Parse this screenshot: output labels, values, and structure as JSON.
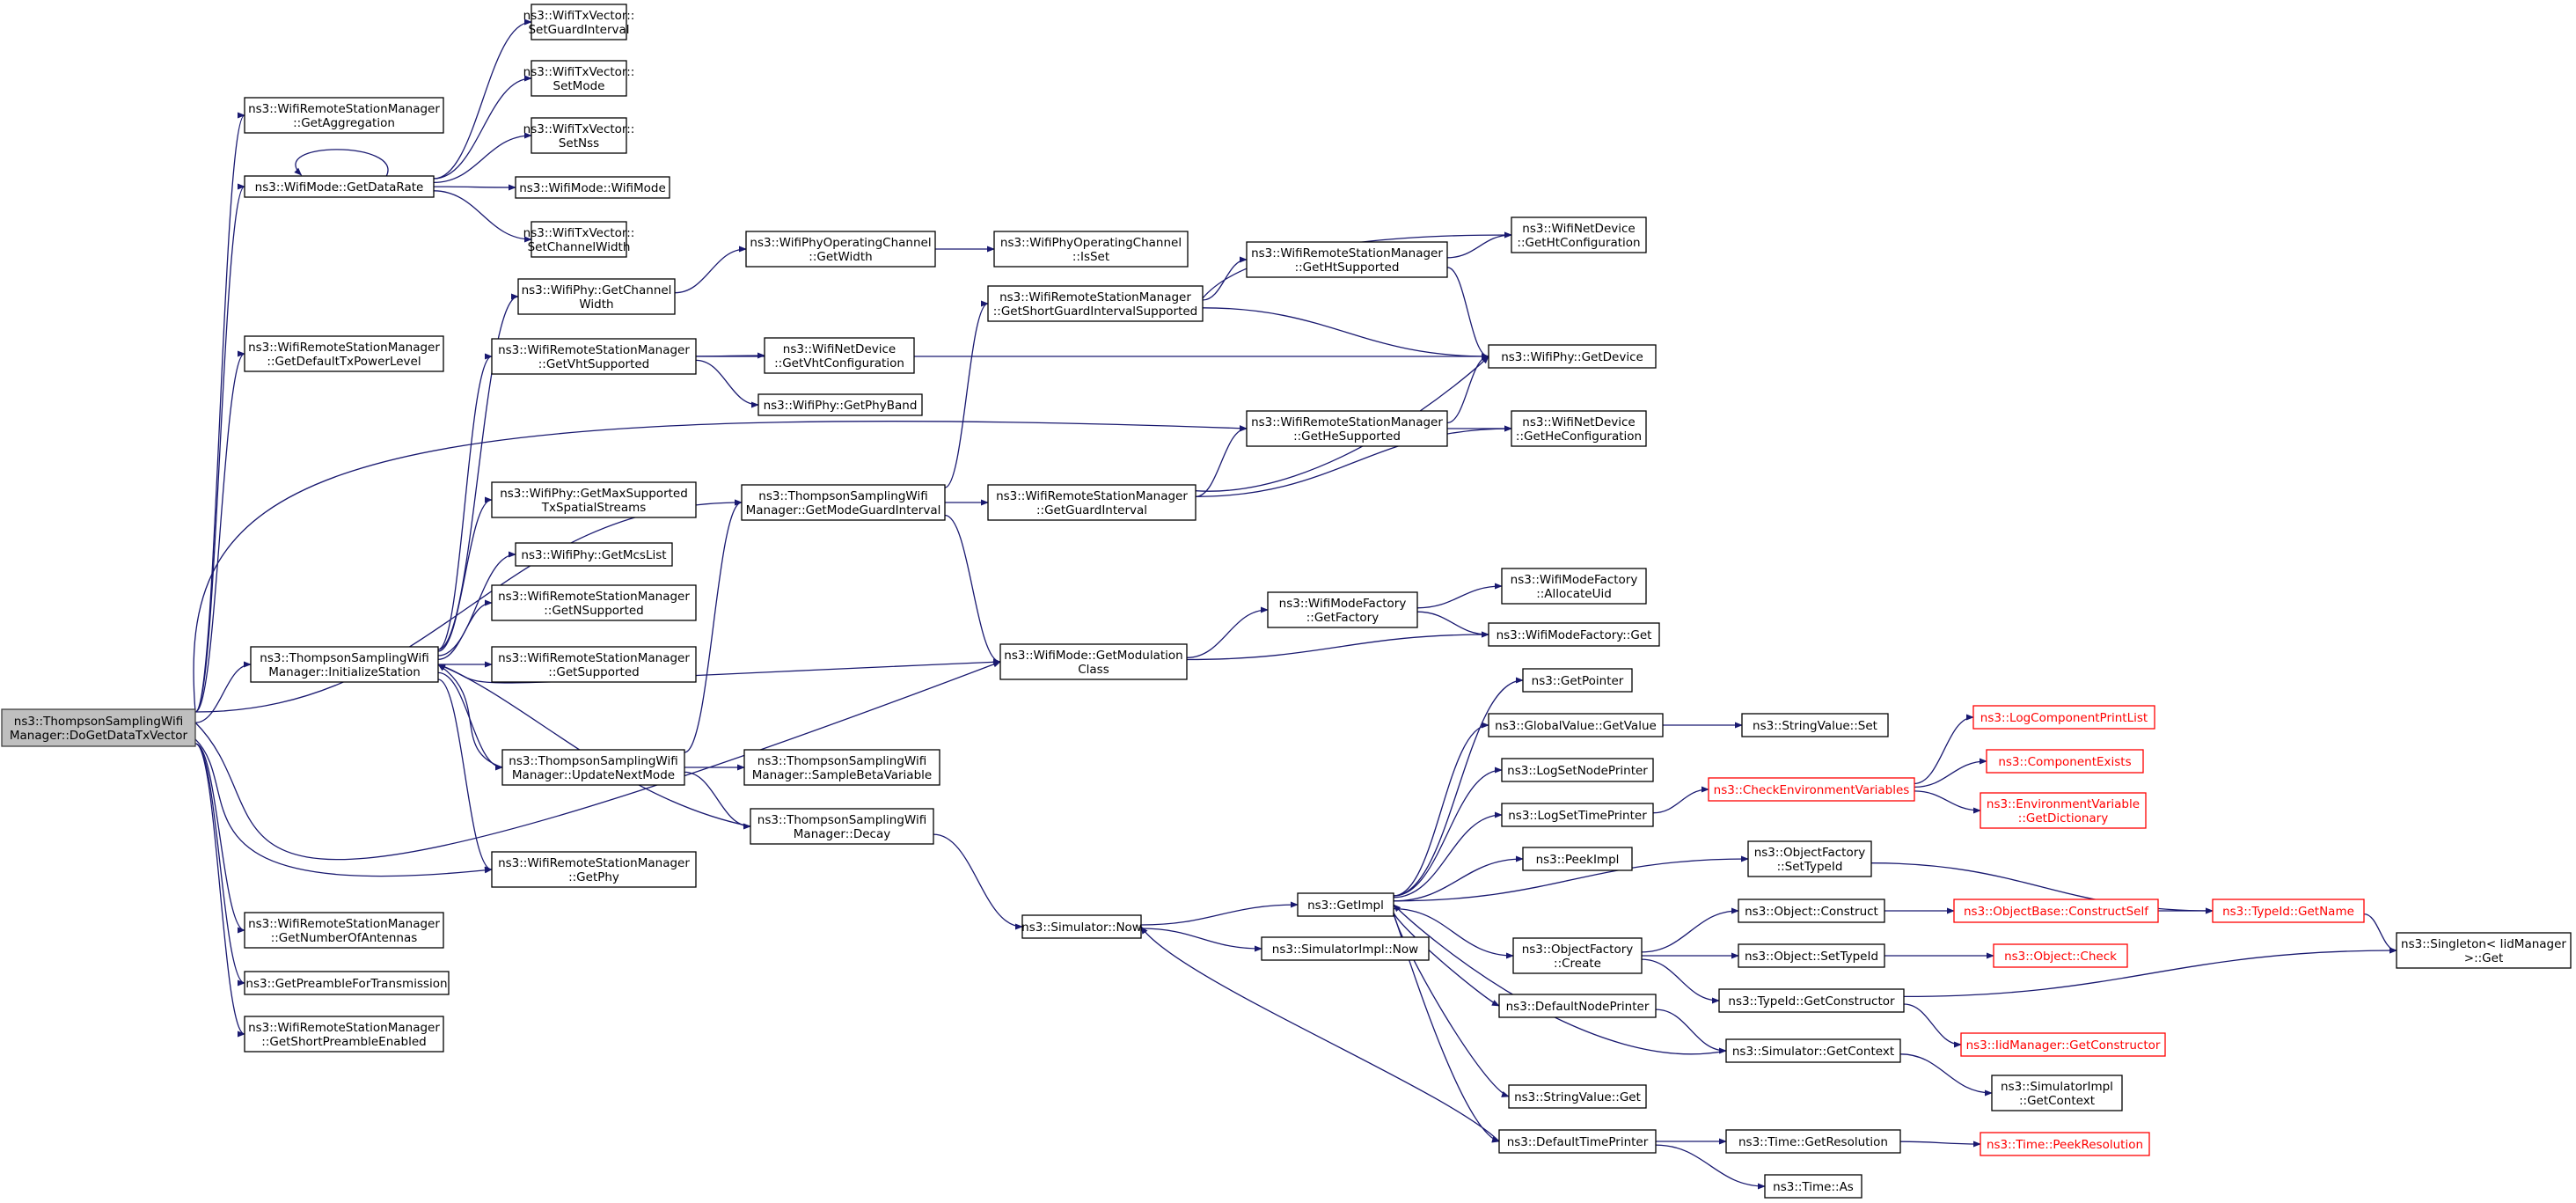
{
  "colors": {
    "edge": "#191970",
    "root_fill": "#bfbfbf",
    "node_border": "#000000",
    "incomplete_border": "#ff0000"
  },
  "nodes": [
    {
      "id": "root",
      "lines": [
        "ns3::ThompsonSamplingWifi",
        "Manager::DoGetDataTxVector"
      ],
      "style": "root"
    },
    {
      "id": "getAggregation",
      "lines": [
        "ns3::WifiRemoteStationManager",
        "::GetAggregation"
      ]
    },
    {
      "id": "getDataRate",
      "lines": [
        "ns3::WifiMode::GetDataRate"
      ]
    },
    {
      "id": "setGuardInterval",
      "lines": [
        "ns3::WifiTxVector::",
        "SetGuardInterval"
      ]
    },
    {
      "id": "setMode",
      "lines": [
        "ns3::WifiTxVector::",
        "SetMode"
      ]
    },
    {
      "id": "setNss",
      "lines": [
        "ns3::WifiTxVector::",
        "SetNss"
      ]
    },
    {
      "id": "wifiModeCtor",
      "lines": [
        "ns3::WifiMode::WifiMode"
      ]
    },
    {
      "id": "setChannelWidth",
      "lines": [
        "ns3::WifiTxVector::",
        "SetChannelWidth"
      ]
    },
    {
      "id": "getDefaultTxPowerLevel",
      "lines": [
        "ns3::WifiRemoteStationManager",
        "::GetDefaultTxPowerLevel"
      ]
    },
    {
      "id": "getChannelWidth",
      "lines": [
        "ns3::WifiPhy::GetChannel",
        "Width"
      ]
    },
    {
      "id": "opChanGetWidth",
      "lines": [
        "ns3::WifiPhyOperatingChannel",
        "::GetWidth"
      ]
    },
    {
      "id": "opChanIsSet",
      "lines": [
        "ns3::WifiPhyOperatingChannel",
        "::IsSet"
      ]
    },
    {
      "id": "getVhtSupported",
      "lines": [
        "ns3::WifiRemoteStationManager",
        "::GetVhtSupported"
      ]
    },
    {
      "id": "getVhtConfiguration",
      "lines": [
        "ns3::WifiNetDevice",
        "::GetVhtConfiguration"
      ]
    },
    {
      "id": "getPhyBand",
      "lines": [
        "ns3::WifiPhy::GetPhyBand"
      ]
    },
    {
      "id": "getShortGISupported",
      "lines": [
        "ns3::WifiRemoteStationManager",
        "::GetShortGuardIntervalSupported"
      ]
    },
    {
      "id": "getHtSupported",
      "lines": [
        "ns3::WifiRemoteStationManager",
        "::GetHtSupported"
      ]
    },
    {
      "id": "getHtConfiguration",
      "lines": [
        "ns3::WifiNetDevice",
        "::GetHtConfiguration"
      ]
    },
    {
      "id": "getDevice",
      "lines": [
        "ns3::WifiPhy::GetDevice"
      ]
    },
    {
      "id": "getHeSupported",
      "lines": [
        "ns3::WifiRemoteStationManager",
        "::GetHeSupported"
      ]
    },
    {
      "id": "getHeConfiguration",
      "lines": [
        "ns3::WifiNetDevice",
        "::GetHeConfiguration"
      ]
    },
    {
      "id": "getModeGuardInterval",
      "lines": [
        "ns3::ThompsonSamplingWifi",
        "Manager::GetModeGuardInterval"
      ]
    },
    {
      "id": "getGuardInterval",
      "lines": [
        "ns3::WifiRemoteStationManager",
        "::GetGuardInterval"
      ]
    },
    {
      "id": "getMaxSupportedTxSS",
      "lines": [
        "ns3::WifiPhy::GetMaxSupported",
        "TxSpatialStreams"
      ]
    },
    {
      "id": "getMcsList",
      "lines": [
        "ns3::WifiPhy::GetMcsList"
      ]
    },
    {
      "id": "getNSupported",
      "lines": [
        "ns3::WifiRemoteStationManager",
        "::GetNSupported"
      ]
    },
    {
      "id": "getSupported",
      "lines": [
        "ns3::WifiRemoteStationManager",
        "::GetSupported"
      ]
    },
    {
      "id": "initializeStation",
      "lines": [
        "ns3::ThompsonSamplingWifi",
        "Manager::InitializeStation"
      ]
    },
    {
      "id": "getModulationClass",
      "lines": [
        "ns3::WifiMode::GetModulation",
        "Class"
      ]
    },
    {
      "id": "getFactory",
      "lines": [
        "ns3::WifiModeFactory",
        "::GetFactory"
      ]
    },
    {
      "id": "allocateUid",
      "lines": [
        "ns3::WifiModeFactory",
        "::AllocateUid"
      ]
    },
    {
      "id": "modeFactoryGet",
      "lines": [
        "ns3::WifiModeFactory::Get"
      ]
    },
    {
      "id": "updateNextMode",
      "lines": [
        "ns3::ThompsonSamplingWifi",
        "Manager::UpdateNextMode"
      ]
    },
    {
      "id": "sampleBetaVariable",
      "lines": [
        "ns3::ThompsonSamplingWifi",
        "Manager::SampleBetaVariable"
      ]
    },
    {
      "id": "decay",
      "lines": [
        "ns3::ThompsonSamplingWifi",
        "Manager::Decay"
      ]
    },
    {
      "id": "getPhy",
      "lines": [
        "ns3::WifiRemoteStationManager",
        "::GetPhy"
      ]
    },
    {
      "id": "getNumberOfAntennas",
      "lines": [
        "ns3::WifiRemoteStationManager",
        "::GetNumberOfAntennas"
      ]
    },
    {
      "id": "getPreambleForTransmission",
      "lines": [
        "ns3::GetPreambleForTransmission"
      ]
    },
    {
      "id": "getShortPreambleEnabled",
      "lines": [
        "ns3::WifiRemoteStationManager",
        "::GetShortPreambleEnabled"
      ]
    },
    {
      "id": "simulatorNow",
      "lines": [
        "ns3::Simulator::Now"
      ]
    },
    {
      "id": "simulatorImplNow",
      "lines": [
        "ns3::SimulatorImpl::Now"
      ]
    },
    {
      "id": "getImpl",
      "lines": [
        "ns3::GetImpl"
      ]
    },
    {
      "id": "getPointer",
      "lines": [
        "ns3::GetPointer"
      ]
    },
    {
      "id": "globalValueGetValue",
      "lines": [
        "ns3::GlobalValue::GetValue"
      ]
    },
    {
      "id": "stringValueSet",
      "lines": [
        "ns3::StringValue::Set"
      ]
    },
    {
      "id": "logSetNodePrinter",
      "lines": [
        "ns3::LogSetNodePrinter"
      ]
    },
    {
      "id": "logSetTimePrinter",
      "lines": [
        "ns3::LogSetTimePrinter"
      ]
    },
    {
      "id": "checkEnvVars",
      "lines": [
        "ns3::CheckEnvironmentVariables"
      ],
      "style": "red"
    },
    {
      "id": "logComponentPrintList",
      "lines": [
        "ns3::LogComponentPrintList"
      ],
      "style": "red"
    },
    {
      "id": "componentExists",
      "lines": [
        "ns3::ComponentExists"
      ],
      "style": "red"
    },
    {
      "id": "envGetDictionary",
      "lines": [
        "ns3::EnvironmentVariable",
        "::GetDictionary"
      ],
      "style": "red"
    },
    {
      "id": "peekImpl",
      "lines": [
        "ns3::PeekImpl"
      ]
    },
    {
      "id": "objFactorySetTypeId",
      "lines": [
        "ns3::ObjectFactory",
        "::SetTypeId"
      ]
    },
    {
      "id": "objectConstruct",
      "lines": [
        "ns3::Object::Construct"
      ]
    },
    {
      "id": "objBaseConstructSelf",
      "lines": [
        "ns3::ObjectBase::ConstructSelf"
      ],
      "style": "red"
    },
    {
      "id": "typeIdGetName",
      "lines": [
        "ns3::TypeId::GetName"
      ],
      "style": "red"
    },
    {
      "id": "objFactoryCreate",
      "lines": [
        "ns3::ObjectFactory",
        "::Create"
      ]
    },
    {
      "id": "objectSetTypeId",
      "lines": [
        "ns3::Object::SetTypeId"
      ]
    },
    {
      "id": "objectCheck",
      "lines": [
        "ns3::Object::Check"
      ],
      "style": "red"
    },
    {
      "id": "typeIdGetConstructor",
      "lines": [
        "ns3::TypeId::GetConstructor"
      ]
    },
    {
      "id": "singletonGet",
      "lines": [
        "ns3::Singleton< IidManager",
        ">::Get"
      ]
    },
    {
      "id": "iidGetConstructor",
      "lines": [
        "ns3::IidManager::GetConstructor"
      ],
      "style": "red"
    },
    {
      "id": "defaultNodePrinter",
      "lines": [
        "ns3::DefaultNodePrinter"
      ]
    },
    {
      "id": "simulatorGetContext",
      "lines": [
        "ns3::Simulator::GetContext"
      ]
    },
    {
      "id": "simImplGetContext",
      "lines": [
        "ns3::SimulatorImpl",
        "::GetContext"
      ]
    },
    {
      "id": "stringValueGet",
      "lines": [
        "ns3::StringValue::Get"
      ]
    },
    {
      "id": "defaultTimePrinter",
      "lines": [
        "ns3::DefaultTimePrinter"
      ]
    },
    {
      "id": "timeGetResolution",
      "lines": [
        "ns3::Time::GetResolution"
      ]
    },
    {
      "id": "timePeekResolution",
      "lines": [
        "ns3::Time::PeekResolution"
      ],
      "style": "red"
    },
    {
      "id": "timeAs",
      "lines": [
        "ns3::Time::As"
      ]
    }
  ],
  "edges": [
    [
      "root",
      "getAggregation"
    ],
    [
      "root",
      "getDataRate"
    ],
    [
      "root",
      "getDefaultTxPowerLevel"
    ],
    [
      "root",
      "getModeGuardInterval"
    ],
    [
      "root",
      "getHeSupported"
    ],
    [
      "root",
      "initializeStation"
    ],
    [
      "root",
      "getModulationClass"
    ],
    [
      "root",
      "getPhy"
    ],
    [
      "root",
      "getNumberOfAntennas"
    ],
    [
      "root",
      "getPreambleForTransmission"
    ],
    [
      "root",
      "getShortPreambleEnabled"
    ],
    [
      "getDataRate",
      "getDataRate"
    ],
    [
      "getDataRate",
      "setGuardInterval"
    ],
    [
      "getDataRate",
      "setMode"
    ],
    [
      "getDataRate",
      "setNss"
    ],
    [
      "getDataRate",
      "wifiModeCtor"
    ],
    [
      "getDataRate",
      "setChannelWidth"
    ],
    [
      "getChannelWidth",
      "opChanGetWidth"
    ],
    [
      "opChanGetWidth",
      "opChanIsSet"
    ],
    [
      "getVhtSupported",
      "getVhtConfiguration"
    ],
    [
      "getVhtSupported",
      "getPhyBand"
    ],
    [
      "getVhtSupported",
      "getDevice"
    ],
    [
      "getShortGISupported",
      "getHtSupported"
    ],
    [
      "getShortGISupported",
      "getHtConfiguration"
    ],
    [
      "getShortGISupported",
      "getDevice"
    ],
    [
      "getHtSupported",
      "getHtConfiguration"
    ],
    [
      "getHtSupported",
      "getDevice"
    ],
    [
      "getHeSupported",
      "getDevice"
    ],
    [
      "getHeSupported",
      "getHeConfiguration"
    ],
    [
      "getModeGuardInterval",
      "getShortGISupported"
    ],
    [
      "getModeGuardInterval",
      "getGuardInterval"
    ],
    [
      "getModeGuardInterval",
      "getModulationClass"
    ],
    [
      "getGuardInterval",
      "getHeSupported"
    ],
    [
      "getGuardInterval",
      "getDevice"
    ],
    [
      "getGuardInterval",
      "getHeConfiguration"
    ],
    [
      "initializeStation",
      "getChannelWidth"
    ],
    [
      "initializeStation",
      "getVhtSupported"
    ],
    [
      "initializeStation",
      "getMaxSupportedTxSS"
    ],
    [
      "initializeStation",
      "getMcsList"
    ],
    [
      "initializeStation",
      "getNSupported"
    ],
    [
      "initializeStation",
      "getSupported"
    ],
    [
      "initializeStation",
      "getModulationClass"
    ],
    [
      "initializeStation",
      "updateNextMode"
    ],
    [
      "initializeStation",
      "getPhy"
    ],
    [
      "getModulationClass",
      "getFactory"
    ],
    [
      "getModulationClass",
      "modeFactoryGet"
    ],
    [
      "getFactory",
      "allocateUid"
    ],
    [
      "getFactory",
      "modeFactoryGet"
    ],
    [
      "updateNextMode",
      "initializeStation"
    ],
    [
      "updateNextMode",
      "getModeGuardInterval"
    ],
    [
      "updateNextMode",
      "sampleBetaVariable"
    ],
    [
      "updateNextMode",
      "decay"
    ],
    [
      "decay",
      "initializeStation"
    ],
    [
      "decay",
      "simulatorNow"
    ],
    [
      "simulatorNow",
      "getImpl"
    ],
    [
      "simulatorNow",
      "simulatorImplNow"
    ],
    [
      "getImpl",
      "getPointer"
    ],
    [
      "getImpl",
      "globalValueGetValue"
    ],
    [
      "getImpl",
      "logSetNodePrinter"
    ],
    [
      "getImpl",
      "logSetTimePrinter"
    ],
    [
      "getImpl",
      "peekImpl"
    ],
    [
      "getImpl",
      "objFactorySetTypeId"
    ],
    [
      "getImpl",
      "objFactoryCreate"
    ],
    [
      "getImpl",
      "defaultNodePrinter"
    ],
    [
      "getImpl",
      "stringValueGet"
    ],
    [
      "getImpl",
      "defaultTimePrinter"
    ],
    [
      "globalValueGetValue",
      "stringValueSet"
    ],
    [
      "logSetTimePrinter",
      "checkEnvVars"
    ],
    [
      "checkEnvVars",
      "logComponentPrintList"
    ],
    [
      "checkEnvVars",
      "componentExists"
    ],
    [
      "checkEnvVars",
      "envGetDictionary"
    ],
    [
      "objFactorySetTypeId",
      "typeIdGetName"
    ],
    [
      "objFactoryCreate",
      "objectConstruct"
    ],
    [
      "objFactoryCreate",
      "objectSetTypeId"
    ],
    [
      "objFactoryCreate",
      "typeIdGetConstructor"
    ],
    [
      "objectConstruct",
      "objBaseConstructSelf"
    ],
    [
      "objBaseConstructSelf",
      "typeIdGetName"
    ],
    [
      "objectSetTypeId",
      "objectCheck"
    ],
    [
      "typeIdGetName",
      "singletonGet"
    ],
    [
      "typeIdGetConstructor",
      "singletonGet"
    ],
    [
      "typeIdGetConstructor",
      "iidGetConstructor"
    ],
    [
      "defaultNodePrinter",
      "simulatorGetContext"
    ],
    [
      "simulatorGetContext",
      "getImpl"
    ],
    [
      "simulatorGetContext",
      "simImplGetContext"
    ],
    [
      "defaultTimePrinter",
      "simulatorNow"
    ],
    [
      "defaultTimePrinter",
      "timeGetResolution"
    ],
    [
      "defaultTimePrinter",
      "timeAs"
    ],
    [
      "timeGetResolution",
      "timePeekResolution"
    ]
  ]
}
